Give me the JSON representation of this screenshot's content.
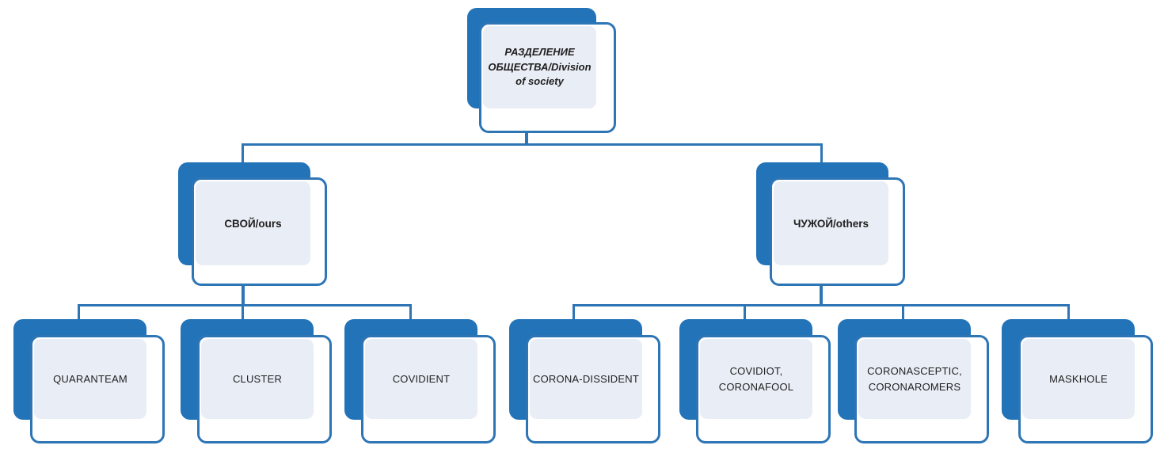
{
  "colors": {
    "accent_blue": "#2273b8",
    "border_blue": "#2e75b6",
    "node_fill": "#e9edf5",
    "text": "#1f1f1f",
    "background": "#ffffff"
  },
  "tree": {
    "root": {
      "label": "РАЗДЕЛЕНИЕ ОБЩЕСТВА/Division of society"
    },
    "branches": [
      {
        "label": "СВОЙ/ours",
        "children": [
          {
            "label": "QUARANTEAM"
          },
          {
            "label": "CLUSTER"
          },
          {
            "label": "COVIDIENT"
          }
        ]
      },
      {
        "label": "ЧУЖОЙ/others",
        "children": [
          {
            "label": "CORONA-DISSIDENT"
          },
          {
            "label": "COVIDIOT, CORONAFOOL"
          },
          {
            "label": "CORONASCEPTIC, CORONAROMERS"
          },
          {
            "label": "MASKHOLE"
          }
        ]
      }
    ]
  }
}
